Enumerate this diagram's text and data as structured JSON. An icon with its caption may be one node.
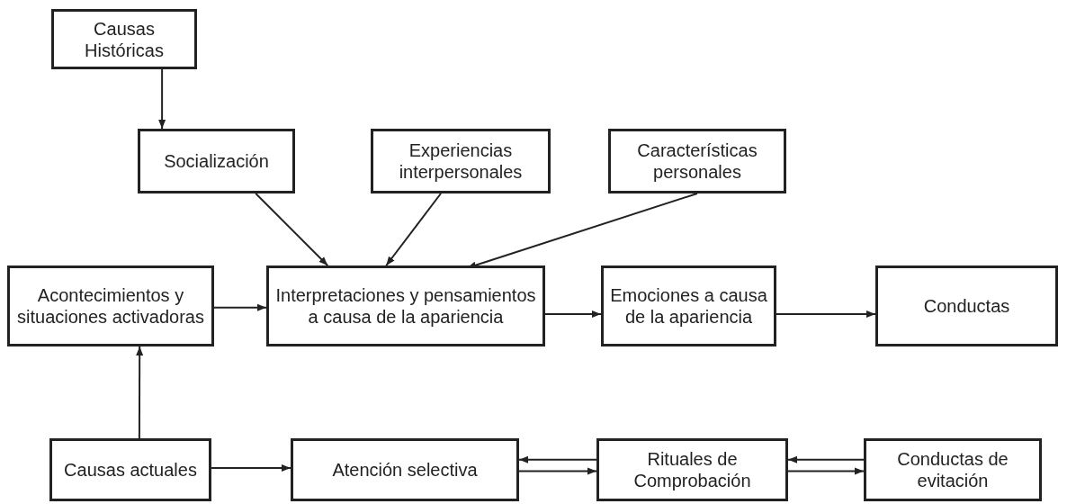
{
  "diagram": {
    "nodes": [
      {
        "text": [
          "Causas Históricas"
        ]
      },
      {
        "text": [
          "Socialización"
        ]
      },
      {
        "text": [
          "Experiencias interpersonales"
        ]
      },
      {
        "text": [
          "Características personales"
        ]
      },
      {
        "text": [
          "Acontecimientos y situaciones activadoras"
        ]
      },
      {
        "text": [
          "Interpretaciones y pensamientos a causa de la apariencia"
        ]
      },
      {
        "text": [
          "Emociones a causa de la apariencia"
        ]
      },
      {
        "text": [
          "Conductas"
        ]
      },
      {
        "text": [
          "Causas actuales"
        ]
      },
      {
        "text": [
          "Atención selectiva"
        ]
      },
      {
        "text": [
          "Rituales de Comprobación"
        ]
      },
      {
        "text": [
          "Conductas de evitación"
        ]
      }
    ],
    "edges": [
      {
        "from": 0,
        "to": 1,
        "arrow": "to"
      },
      {
        "from": 1,
        "to": 5,
        "arrow": "to"
      },
      {
        "from": 2,
        "to": 5,
        "arrow": "to"
      },
      {
        "from": 3,
        "to": 5,
        "arrow": "to"
      },
      {
        "from": 4,
        "to": 5,
        "arrow": "to"
      },
      {
        "from": 5,
        "to": 6,
        "arrow": "to"
      },
      {
        "from": 6,
        "to": 7,
        "arrow": "to"
      },
      {
        "from": 8,
        "to": 4,
        "arrow": "to"
      },
      {
        "from": 8,
        "to": 9,
        "arrow": "to"
      },
      {
        "from": 10,
        "to": 9,
        "arrow": "to"
      },
      {
        "from": 9,
        "to": 10,
        "arrow": "to"
      },
      {
        "from": 11,
        "to": 10,
        "arrow": "to"
      },
      {
        "from": 10,
        "to": 11,
        "arrow": "to"
      }
    ]
  }
}
